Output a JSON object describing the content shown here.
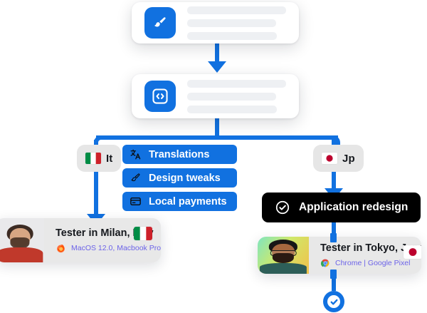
{
  "theme": {
    "accent_blue": "#1171E0",
    "badge_grey": "#E6E6E6",
    "card_grey": "#E8E8E8",
    "skeleton_grey": "#EEF0F3",
    "task_black": "#000000",
    "meta_purple": "#6C63E8"
  },
  "flow": {
    "design_card": {
      "icon": "paintbrush-icon",
      "skeleton_lines": 3
    },
    "code_card": {
      "icon": "code-brackets-icon",
      "skeleton_lines": 3
    },
    "branches": [
      {
        "id": "italy",
        "badge_label": "It",
        "flag": "italy-flag"
      },
      {
        "id": "japan",
        "badge_label": "Jp",
        "flag": "japan-flag"
      }
    ],
    "features": [
      {
        "icon": "translate-icon",
        "label": "Translations"
      },
      {
        "icon": "paintbrush-icon",
        "label": "Design tweaks"
      },
      {
        "icon": "credit-card-icon",
        "label": "Local payments"
      }
    ],
    "task": {
      "icon": "check-circle-icon",
      "label": "Application redesign"
    },
    "testers": [
      {
        "id": "milan",
        "name": "Tester in Milan, Italy",
        "browser_icon": "firefox-icon",
        "device": "MacOS 12.0, Macbook Pro",
        "flag": "italy-flag",
        "avatar": "avatar-milan"
      },
      {
        "id": "tokyo",
        "name": "Tester in Tokyo, Japan",
        "browser_icon": "chrome-icon",
        "device": "Chrome | Google Pixel",
        "flag": "japan-flag",
        "avatar": "avatar-tokyo"
      }
    ],
    "end_node": {
      "icon": "check-circle-icon"
    }
  }
}
